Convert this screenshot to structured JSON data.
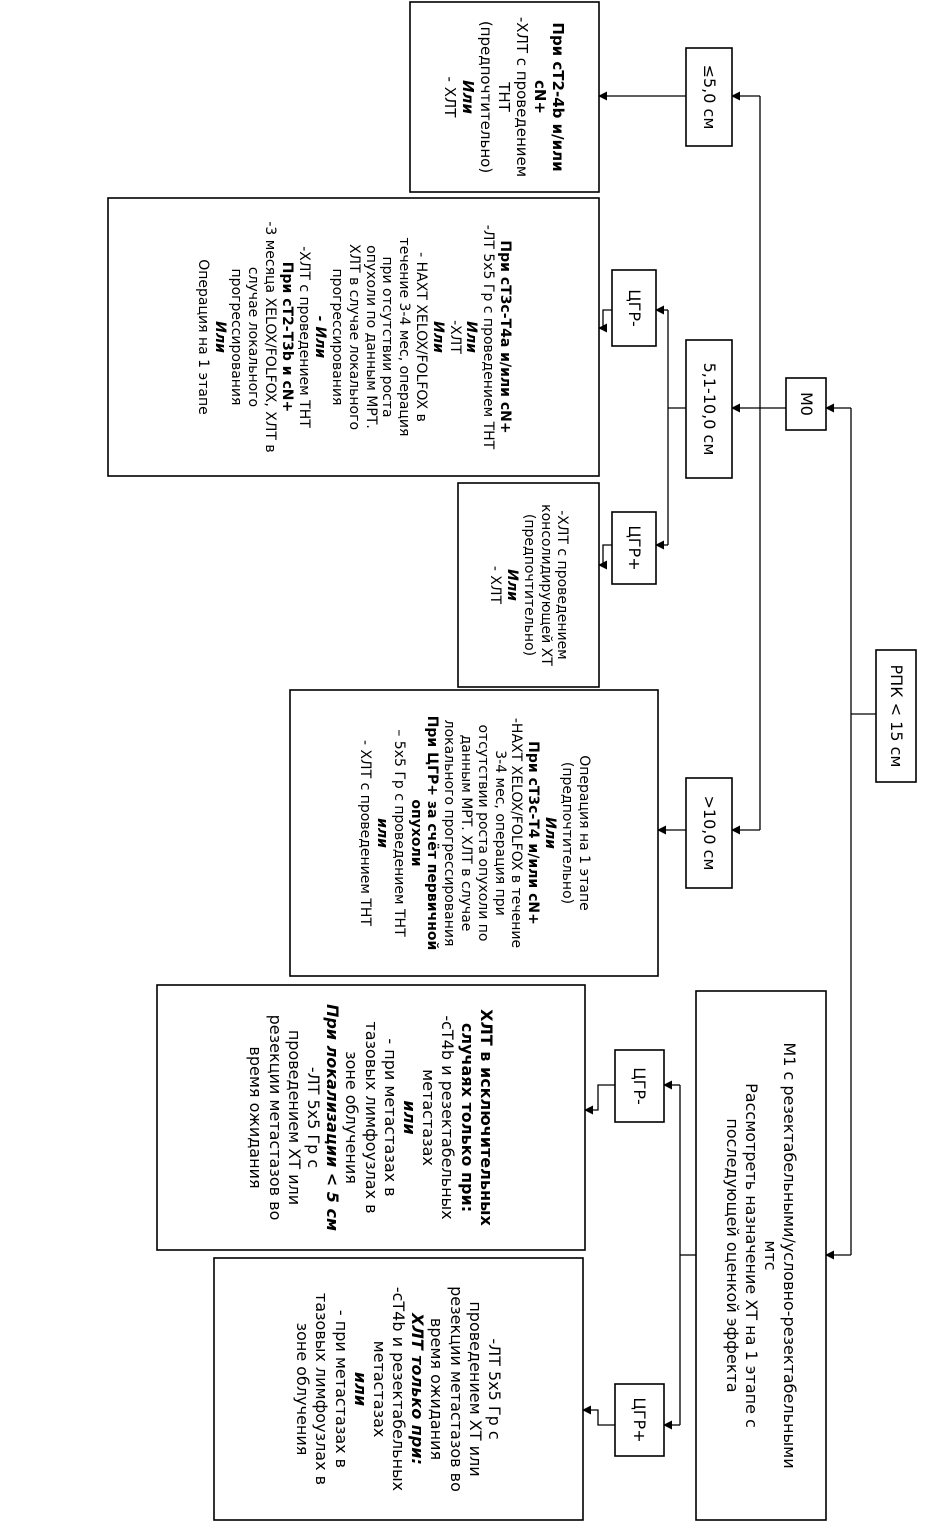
{
  "root": {
    "label": "РПК < 15 см"
  },
  "m0": {
    "label": "М0"
  },
  "m1": {
    "lines": [
      "М1 с резектабельными/условно-резектабельными",
      "мтс",
      "Рассмотреть назначение ХТ на 1 этапе с",
      "последующей оценкой эффекта"
    ]
  },
  "sizes": {
    "s1": "≤5,0 см",
    "s2": "5,1-10,0 см",
    "s3": ">10,0 см"
  },
  "ctr": {
    "s2_minus": "ЦГР-",
    "s2_plus": "ЦГР+",
    "m1_minus": "ЦГР-",
    "m1_plus": "ЦГР+"
  },
  "boxes": {
    "small": [
      "При сТ2-4b и/или",
      "cN+",
      "-ХЛТ с проведением",
      "ТНТ",
      "(предпочтительно)",
      "Или",
      "- ХЛТ"
    ],
    "mid_minus": [
      "При сТ3с-Т4а и/или cN+",
      "-ЛТ 5х5 Гр с проведением ТНТ",
      "Или",
      "-ХЛТ",
      "Или",
      "-   НАХТ XELOX/FOLFOX в",
      "течение 3-4 мес, операция",
      "при отсутствии роста",
      "опухоли по данным МРТ.",
      "ХЛТ в случае локального",
      "прогрессирования",
      "-   Или",
      "-ХЛТ с проведением ТНТ",
      "При сТ2-Т3b и cN+",
      "-3 месяца XELOX/FOLFOX, ХЛТ в",
      "случае локального",
      "прогрессирования",
      "Или",
      "Операция на 1 этапе"
    ],
    "mid_plus": [
      "-ХЛТ с проведением",
      "консолидирующей ХТ",
      "(предпочтительно)",
      "Или",
      "- ХЛТ"
    ],
    "large": [
      "Операция на 1 этапе",
      "(предпочтительно)",
      "Или",
      "При сТ3с-Т4 и/или cN+",
      "-НАХТ XELOX/FOLFOX в течение",
      "3-4 мес, операция при",
      "отсутствии роста опухоли по",
      "данным МРТ. ХЛТ в случае",
      "локального прогрессирования",
      "При ЦГР+ за счёт первичной",
      "опухоли",
      "– 5х5 Гр с проведением ТНТ",
      "или",
      "- ХЛТ с проведением ТНТ"
    ],
    "m1_minus": [
      "ХЛТ в исключительных",
      "случаях только при:",
      "-сТ4b и резектабельных",
      "метастазах",
      "или",
      "- при метастазах в",
      "тазовых лимфоузлах в",
      "зоне облучения",
      "При локализации < 5 см",
      "-ЛТ 5х5 Гр с",
      "проведением ХТ или",
      "резекции метастазов во",
      "время ожидания"
    ],
    "m1_plus": [
      "-ЛТ 5х5 Гр с",
      "проведением ХТ или",
      "резекции метастазов во",
      "время ожидания",
      "ХЛТ только при:",
      "-сТ4b и резектабельных",
      "метастазах",
      "или",
      "- при метастазах в",
      "тазовых лимфоузлах в",
      "зоне облучения"
    ]
  }
}
